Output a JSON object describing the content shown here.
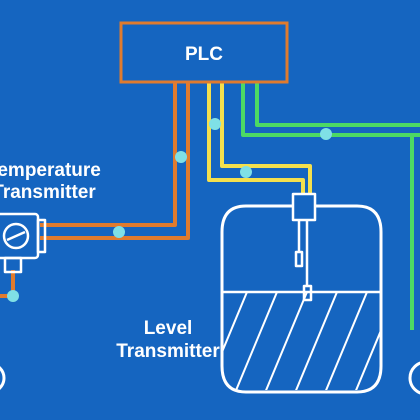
{
  "plc": {
    "label": "PLC"
  },
  "temperature_transmitter": {
    "label_line1": "Temperature",
    "label_line2": "Transmitter"
  },
  "level_transmitter": {
    "label_line1": "Level",
    "label_line2": "Transmitter"
  },
  "colors": {
    "background": "#1565c0",
    "plc_border": "#e07b2e",
    "orange_wire": "#e07b2e",
    "yellow_wire": "#f4e04d",
    "green_wire": "#4cd964",
    "junction_dot": "#7fe0e6",
    "outline": "#ffffff"
  },
  "icons": [
    "temperature-transmitter-icon",
    "tank-icon",
    "level-sensor-icon"
  ]
}
